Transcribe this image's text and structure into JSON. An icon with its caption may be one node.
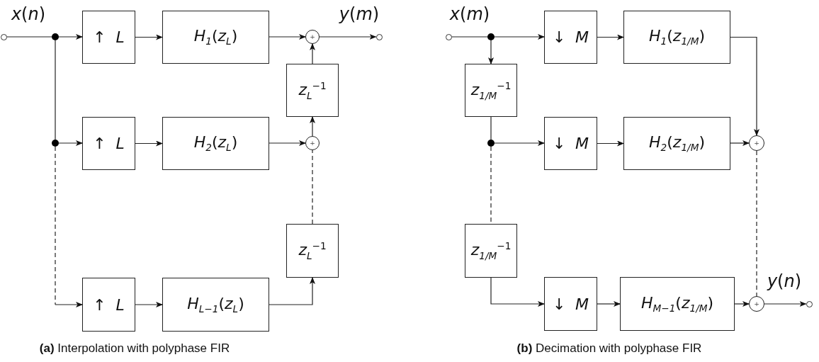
{
  "diagram": {
    "nodes": [
      {
        "text": [],
        "shape": "circle",
        "beside": [
          "*x*(*n*)"
        ]
      },
      {
        "text": [],
        "shape": "circle"
      },
      {
        "text": [],
        "shape": "circle"
      },
      {
        "text": [
          "↑ *L*"
        ]
      },
      {
        "text": [
          "*H*$_{1}$(*z*$_{L}$)"
        ]
      },
      {
        "text": [
          "+"
        ]
      },
      {
        "text": [],
        "shape": "circle",
        "beside": [
          "*y*(*m*)"
        ]
      },
      {
        "text": [
          "*z*$_{L}$$^{−1}$"
        ]
      },
      {
        "text": [
          "↑ *L*"
        ]
      },
      {
        "text": [
          "*H*$_{2}$(*z*$_{L}$)"
        ]
      },
      {
        "text": [
          "+"
        ]
      },
      {
        "text": [
          "*z*$_{L}$$^{−1}$"
        ]
      },
      {
        "text": [
          "↑ *L*"
        ]
      },
      {
        "text": [
          "*H*$_{L−1}$(*z*$_{L}$)"
        ]
      },
      {
        "text": [],
        "shape": "circle",
        "beside": [
          "*x*(*m*)"
        ]
      },
      {
        "text": [],
        "shape": "circle"
      },
      {
        "text": [
          "↓ *M*"
        ]
      },
      {
        "text": [
          "*H*$_{1}$(*z*$_{1/M}$)"
        ]
      },
      {
        "text": [
          "*z*$_{1/M}$$^{−1}$"
        ]
      },
      {
        "text": [],
        "shape": "circle"
      },
      {
        "text": [
          "↓ *M*"
        ]
      },
      {
        "text": [
          "*H*$_{2}$(*z*$_{1/M}$)"
        ]
      },
      {
        "text": [
          "+"
        ]
      },
      {
        "text": [
          "*z*$_{1/M}$$^{−1}$"
        ]
      },
      {
        "text": [
          "↓ *M*"
        ]
      },
      {
        "text": [
          "*H*$_{M−1}$(*z*$_{1/M}$)"
        ]
      },
      {
        "text": [
          "+"
        ]
      },
      {
        "text": [],
        "shape": "circle",
        "beside": [
          "*y*(*n*)"
        ]
      }
    ],
    "edges": [
      {
        "from": 0,
        "to": 1,
        "arrow": "none"
      },
      {
        "from": 1,
        "to": 3,
        "arrow": "to"
      },
      {
        "from": 1,
        "to": 2,
        "arrow": "none"
      },
      {
        "from": 3,
        "to": 4,
        "arrow": "to"
      },
      {
        "from": 4,
        "to": 5,
        "arrow": "to"
      },
      {
        "from": 5,
        "to": 6,
        "arrow": "to"
      },
      {
        "from": 7,
        "to": 5,
        "arrow": "to"
      },
      {
        "from": 2,
        "to": 8,
        "arrow": "to"
      },
      {
        "from": 8,
        "to": 9,
        "arrow": "to"
      },
      {
        "from": 9,
        "to": 10,
        "arrow": "to"
      },
      {
        "from": 10,
        "to": 7,
        "arrow": "to"
      },
      {
        "from": 11,
        "to": 10,
        "arrow": "none",
        "style": "dashed"
      },
      {
        "from": 2,
        "to": 12,
        "arrow": "to",
        "style": "dashed"
      },
      {
        "from": 12,
        "to": 13,
        "arrow": "to"
      },
      {
        "from": 13,
        "to": 11,
        "arrow": "to"
      },
      {
        "from": 14,
        "to": 15,
        "arrow": "none"
      },
      {
        "from": 15,
        "to": 16,
        "arrow": "to"
      },
      {
        "from": 15,
        "to": 18,
        "arrow": "to"
      },
      {
        "from": 16,
        "to": 17,
        "arrow": "to"
      },
      {
        "from": 17,
        "to": 22,
        "arrow": "to"
      },
      {
        "from": 18,
        "to": 19,
        "arrow": "none"
      },
      {
        "from": 19,
        "to": 20,
        "arrow": "to"
      },
      {
        "from": 20,
        "to": 21,
        "arrow": "to"
      },
      {
        "from": 21,
        "to": 22,
        "arrow": "to"
      },
      {
        "from": 19,
        "to": 23,
        "arrow": "none",
        "style": "dashed"
      },
      {
        "from": 23,
        "to": 24,
        "arrow": "to"
      },
      {
        "from": 24,
        "to": 25,
        "arrow": "to"
      },
      {
        "from": 25,
        "to": 26,
        "arrow": "to"
      },
      {
        "from": 22,
        "to": 26,
        "arrow": "none",
        "style": "dashed"
      },
      {
        "from": 26,
        "to": 27,
        "arrow": "to"
      }
    ],
    "labels": [
      "**(a)** Interpolation with polyphase FIR",
      "**(b)** Decimation with polyphase FIR"
    ]
  }
}
